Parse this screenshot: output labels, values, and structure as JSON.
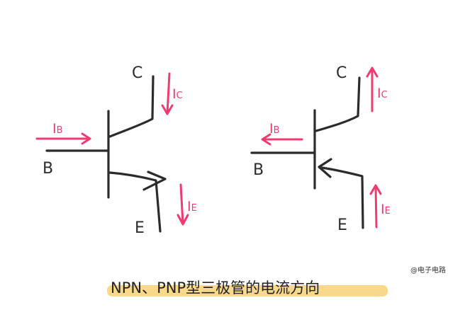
{
  "npn": {
    "labels": {
      "base": "B",
      "collector": "C",
      "emitter": "E"
    },
    "currents": [
      {
        "main": "I",
        "sub": "B"
      },
      {
        "main": "I",
        "sub": "C"
      },
      {
        "main": "I",
        "sub": "E"
      }
    ]
  },
  "pnp": {
    "labels": {
      "base": "B",
      "collector": "C",
      "emitter": "E"
    },
    "currents": [
      {
        "main": "I",
        "sub": "B"
      },
      {
        "main": "I",
        "sub": "C"
      },
      {
        "main": "I",
        "sub": "E"
      }
    ]
  },
  "caption": "NPN、PNP型三极管的电流方向",
  "watermark": "@电子电路",
  "colors": {
    "wire": "#2b2b2b",
    "current": "#ef3b6f",
    "highlight": "#f8d98a"
  }
}
